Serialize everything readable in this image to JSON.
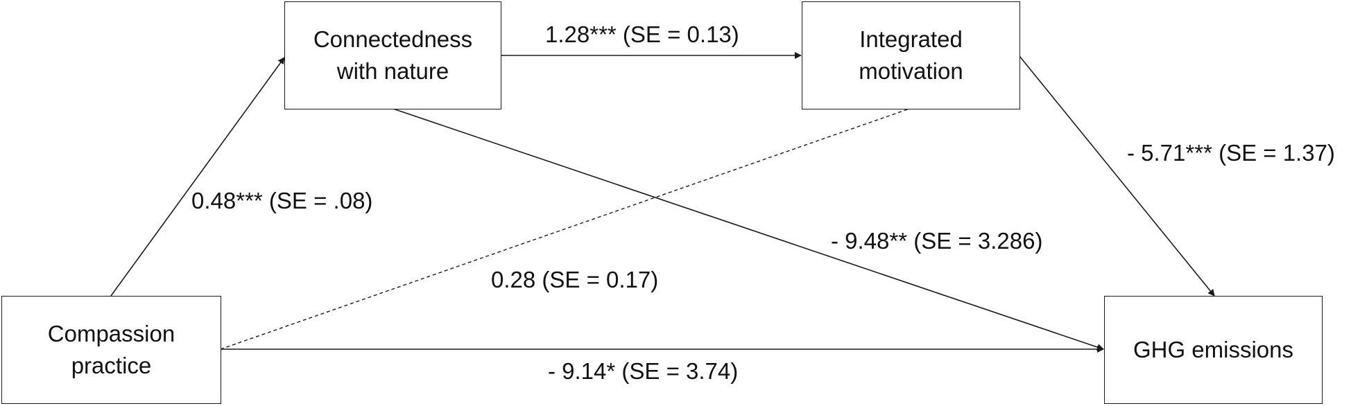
{
  "nodes": {
    "connectedness": {
      "label": "Connectedness\nwith nature"
    },
    "integrated": {
      "label": "Integrated\nmotivation"
    },
    "compassion": {
      "label": "Compassion\npractice"
    },
    "ghg": {
      "label": "GHG emissions"
    }
  },
  "edges": {
    "compassion_to_connectedness": {
      "label": "0.48*** (SE = .08)",
      "style": "solid"
    },
    "connectedness_to_integrated": {
      "label": "1.28*** (SE = 0.13)",
      "style": "solid"
    },
    "integrated_to_ghg": {
      "label": "- 5.71*** (SE = 1.37)",
      "style": "solid"
    },
    "connectedness_to_ghg": {
      "label": "- 9.48** (SE = 3.286)",
      "style": "solid"
    },
    "compassion_to_integrated": {
      "label": "0.28 (SE = 0.17)",
      "style": "dashed"
    },
    "compassion_to_ghg": {
      "label": "- 9.14* (SE = 3.74)",
      "style": "solid"
    }
  },
  "colors": {
    "stroke": "#1a1a1a",
    "text": "#111111",
    "background": "#ffffff"
  }
}
